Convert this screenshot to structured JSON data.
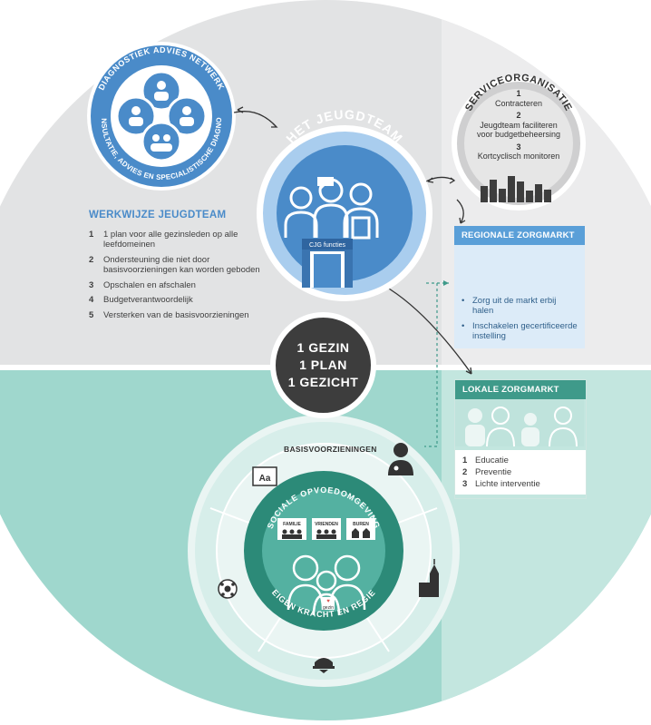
{
  "colors": {
    "upper_bg": "#e2e3e4",
    "lower_bg": "#9fd7cd",
    "blue": "#4a8bc9",
    "teal": "#3f9a8a",
    "dark": "#3d3d3d"
  },
  "diagnostiek": {
    "top_text": "DIAGNOSTIEK ADVIES NETWERK",
    "bottom_text": "CONSULTATIE, ADVIES EN SPECIALISTISCHE DIAGNOSE"
  },
  "jeugdteam": {
    "title": "HET JEUGDTEAM",
    "cjg_label": "CJG functies"
  },
  "service": {
    "title": "SERVICEORGANISATIE",
    "items": [
      {
        "n": "1",
        "text": "Contracteren"
      },
      {
        "n": "2",
        "text": "Jeugdteam faciliteren voor budgetbeheersing"
      },
      {
        "n": "3",
        "text": "Kortcyclisch monitoren"
      }
    ]
  },
  "werkwijze": {
    "title": "WERKWIJZE JEUGDTEAM",
    "items": [
      {
        "n": "1",
        "text": "1 plan voor alle gezinsleden op alle leefdomeinen"
      },
      {
        "n": "2",
        "text": "Ondersteuning die niet door basisvoorzieningen kan worden geboden"
      },
      {
        "n": "3",
        "text": "Opschalen en afschalen"
      },
      {
        "n": "4",
        "text": "Budgetverantwoordelijk"
      },
      {
        "n": "5",
        "text": "Versterken van de basisvoorzieningen"
      }
    ]
  },
  "center": {
    "line1": "1 GEZIN",
    "line2": "1 PLAN",
    "line3": "1 GEZICHT"
  },
  "regionale": {
    "title": "REGIONALE ZORGMARKT",
    "bullets": [
      "Zorg uit de markt erbij halen",
      "Inschakelen gecertificeerde instelling"
    ]
  },
  "lokale": {
    "title": "LOKALE ZORGMARKT",
    "items": [
      {
        "n": "1",
        "text": "Educatie"
      },
      {
        "n": "2",
        "text": "Preventie"
      },
      {
        "n": "3",
        "text": "Lichte interventie"
      }
    ]
  },
  "basis": {
    "title": "BASISVOORZIENINGEN",
    "sociale_title": "SOCIALE OPVOEDOMGEVING",
    "eigen_title": "EIGEN KRACHT EN REGIE",
    "signs": [
      "FAMILIE",
      "VRIENDEN",
      "BUREN"
    ],
    "gezin_label": "gezin"
  }
}
